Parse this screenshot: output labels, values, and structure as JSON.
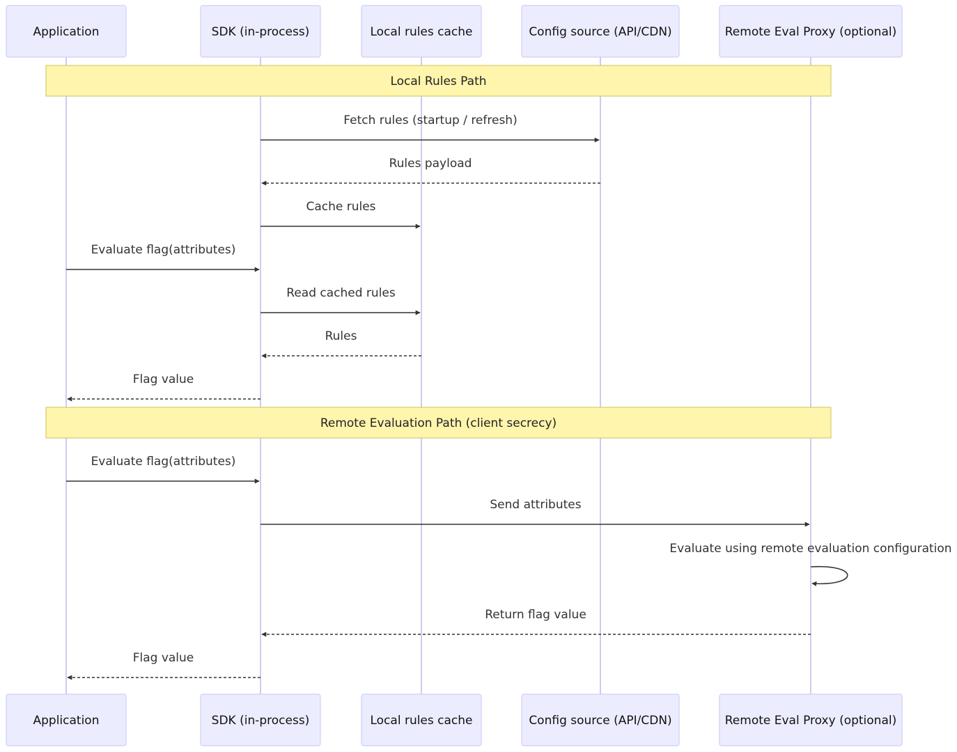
{
  "participants": [
    {
      "id": "app",
      "label": "Application"
    },
    {
      "id": "sdk",
      "label": "SDK (in-process)"
    },
    {
      "id": "cache",
      "label": "Local rules cache"
    },
    {
      "id": "config",
      "label": "Config source (API/CDN)"
    },
    {
      "id": "proxy",
      "label": "Remote Eval Proxy (optional)"
    }
  ],
  "sections": [
    {
      "note": "Local Rules Path",
      "messages": [
        {
          "from": "sdk",
          "to": "config",
          "label": "Fetch rules (startup / refresh)",
          "style": "solid"
        },
        {
          "from": "config",
          "to": "sdk",
          "label": "Rules payload",
          "style": "dashed"
        },
        {
          "from": "sdk",
          "to": "cache",
          "label": "Cache rules",
          "style": "solid"
        },
        {
          "from": "app",
          "to": "sdk",
          "label": "Evaluate flag(attributes)",
          "style": "solid"
        },
        {
          "from": "sdk",
          "to": "cache",
          "label": "Read cached rules",
          "style": "solid"
        },
        {
          "from": "cache",
          "to": "sdk",
          "label": "Rules",
          "style": "dashed"
        },
        {
          "from": "sdk",
          "to": "app",
          "label": "Flag value",
          "style": "dashed"
        }
      ]
    },
    {
      "note": "Remote Evaluation Path (client secrecy)",
      "messages": [
        {
          "from": "app",
          "to": "sdk",
          "label": "Evaluate flag(attributes)",
          "style": "solid"
        },
        {
          "from": "sdk",
          "to": "proxy",
          "label": "Send attributes",
          "style": "solid"
        },
        {
          "from": "proxy",
          "to": "proxy",
          "label": "Evaluate using remote evaluation configuration",
          "style": "solid"
        },
        {
          "from": "proxy",
          "to": "sdk",
          "label": "Return flag value",
          "style": "dashed"
        },
        {
          "from": "sdk",
          "to": "app",
          "label": "Flag value",
          "style": "dashed"
        }
      ]
    }
  ]
}
